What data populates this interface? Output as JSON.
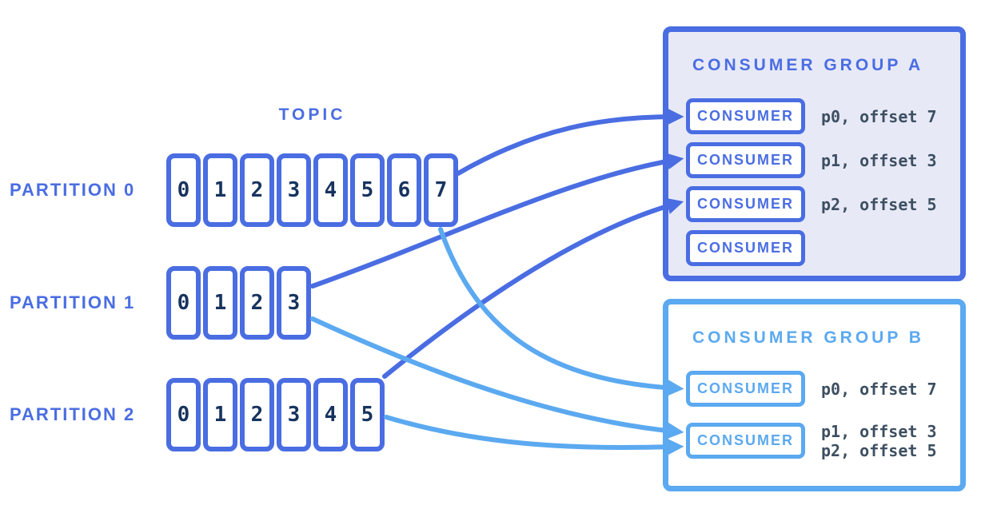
{
  "topic_label": "TOPIC",
  "colors": {
    "primary_blue": "#4a6de2",
    "light_blue": "#5ba9f0",
    "navy_text": "#17335f",
    "offset_text": "#3d4f61",
    "group_a_fill": "#e7e9f7",
    "background": "#ffffff"
  },
  "partitions": [
    {
      "label": "PARTITION 0",
      "cells": [
        "0",
        "1",
        "2",
        "3",
        "4",
        "5",
        "6",
        "7"
      ]
    },
    {
      "label": "PARTITION 1",
      "cells": [
        "0",
        "1",
        "2",
        "3"
      ]
    },
    {
      "label": "PARTITION 2",
      "cells": [
        "0",
        "1",
        "2",
        "3",
        "4",
        "5"
      ]
    }
  ],
  "consumer_groups": [
    {
      "title": "CONSUMER GROUP A",
      "consumers": [
        {
          "label": "CONSUMER",
          "annotation": [
            "p0, offset 7"
          ]
        },
        {
          "label": "CONSUMER",
          "annotation": [
            "p1, offset 3"
          ]
        },
        {
          "label": "CONSUMER",
          "annotation": [
            "p2, offset 5"
          ]
        },
        {
          "label": "CONSUMER",
          "annotation": []
        }
      ]
    },
    {
      "title": "CONSUMER GROUP B",
      "consumers": [
        {
          "label": "CONSUMER",
          "annotation": [
            "p0, offset 7"
          ]
        },
        {
          "label": "CONSUMER",
          "annotation": [
            "p1, offset 3",
            "p2, offset 5"
          ]
        }
      ]
    }
  ],
  "edges": [
    {
      "id": "p0-a",
      "from": "partition-0",
      "to": "group-a-consumer-1",
      "palette": "primary"
    },
    {
      "id": "p1-a",
      "from": "partition-1",
      "to": "group-a-consumer-2",
      "palette": "primary"
    },
    {
      "id": "p2-a",
      "from": "partition-2",
      "to": "group-a-consumer-3",
      "palette": "primary"
    },
    {
      "id": "p0-b",
      "from": "partition-0",
      "to": "group-b-consumer-1",
      "palette": "light"
    },
    {
      "id": "p1-b",
      "from": "partition-1",
      "to": "group-b-consumer-2",
      "palette": "light"
    },
    {
      "id": "p2-b",
      "from": "partition-2",
      "to": "group-b-consumer-2",
      "palette": "light"
    }
  ]
}
